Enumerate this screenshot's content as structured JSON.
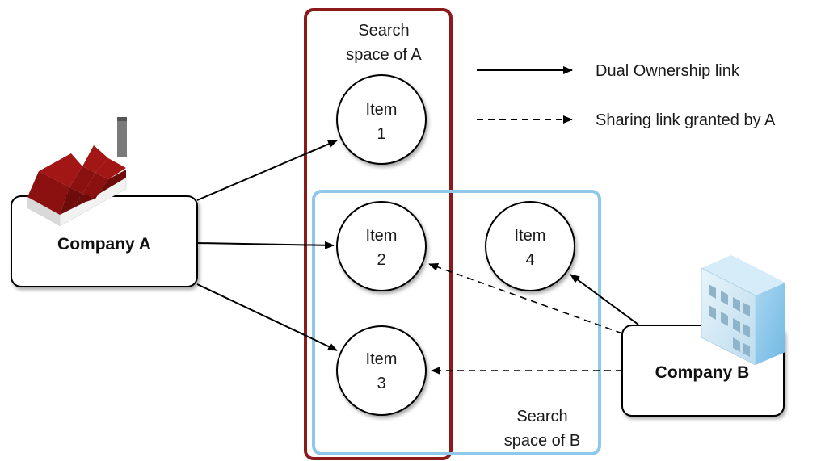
{
  "diagram": {
    "search_space_a": {
      "label_line1": "Search",
      "label_line2": "space of A",
      "border_color": "#8b1a1a"
    },
    "search_space_b": {
      "label_line1": "Search",
      "label_line2": "space of B",
      "border_color": "#8fc8e8"
    },
    "legend": {
      "dual_ownership": "Dual Ownership link",
      "sharing_link": "Sharing link granted by A"
    },
    "company_a": {
      "label": "Company A",
      "icon": "factory-icon"
    },
    "company_b": {
      "label": "Company B",
      "icon": "office-building-icon"
    },
    "items": [
      {
        "line1": "Item",
        "line2": "1"
      },
      {
        "line1": "Item",
        "line2": "2"
      },
      {
        "line1": "Item",
        "line2": "3"
      },
      {
        "line1": "Item",
        "line2": "4"
      }
    ]
  }
}
